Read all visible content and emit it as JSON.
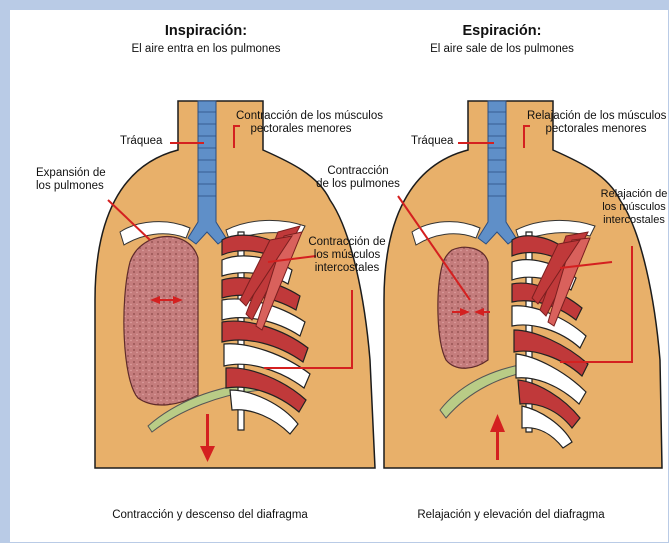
{
  "left": {
    "title": "Inspiración:",
    "subtitle": "El aire entra en los pulmones",
    "labels": {
      "trachea": "Tráquea",
      "lung_expansion": [
        "Expansión de",
        "los pulmones"
      ],
      "pectoral": [
        "Contracción de los músculos",
        "pectorales menores"
      ],
      "intercostal": [
        "Contracción de",
        "los músculos",
        "intercostales"
      ]
    },
    "caption": "Contracción y descenso del diafragma",
    "arrow": "down"
  },
  "right": {
    "title": "Espiración:",
    "subtitle": "El aire sale de los pulmones",
    "labels": {
      "trachea": "Tráquea",
      "lung_contraction": [
        "Contracción",
        "de los pulmones"
      ],
      "pectoral": [
        "Relajación de los músculos",
        "pectorales menores"
      ],
      "intercostal": [
        "Relajación de",
        "los músculos",
        "intercostales"
      ]
    },
    "caption": "Relajación y elevación del diafragma",
    "arrow": "up"
  },
  "colors": {
    "frame": "#b9cbe6",
    "skin": "#e8b06a",
    "trachea": "#5f8fc8",
    "lung": "#c47c7c",
    "muscle": "#c0393a",
    "bone": "#ffffff",
    "diaphragm": "#b9cc86",
    "leader": "#d42020"
  }
}
